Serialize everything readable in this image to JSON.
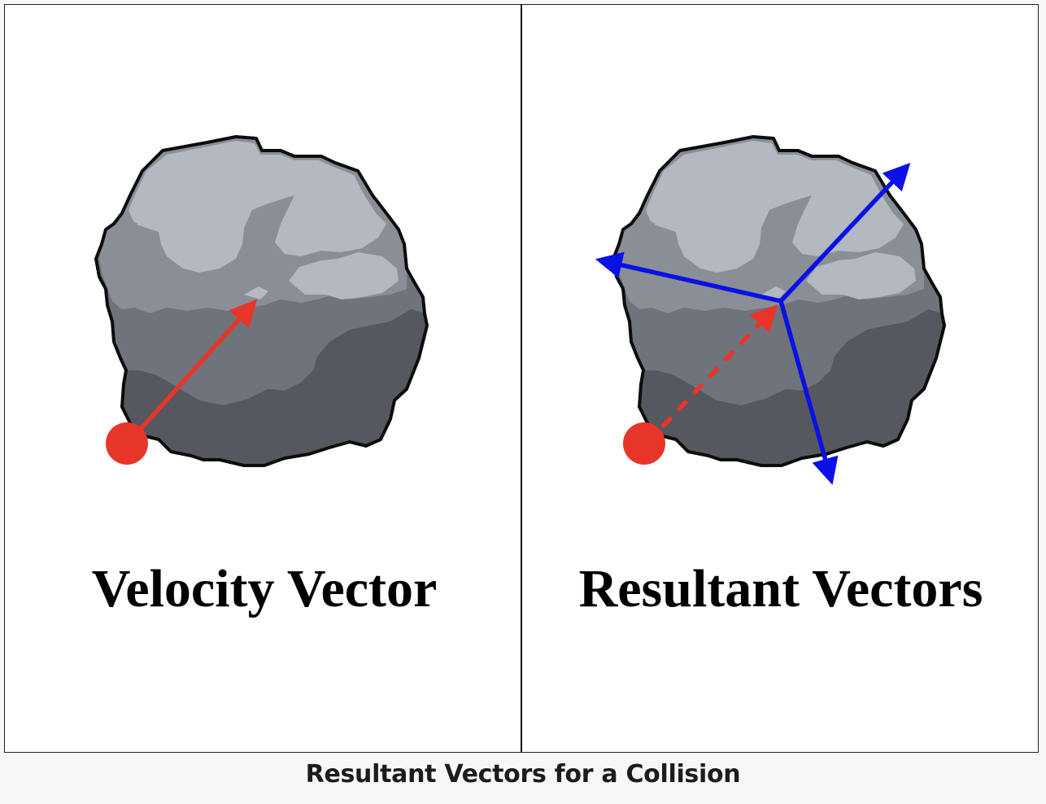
{
  "caption": "Resultant Vectors for a Collision",
  "panels": [
    {
      "label": "Velocity Vector"
    },
    {
      "label": "Resultant Vectors"
    }
  ],
  "colors": {
    "velocity": "#e8352a",
    "resultant": "#0a10e6",
    "rock_light": "#b4b8c1",
    "rock_mid": "#8a8e96",
    "rock_shade": "#6f737b",
    "rock_dark": "#55585f",
    "outline": "#0d0d0d"
  },
  "icons": [
    "rock-asteroid-icon",
    "impact-point-icon",
    "arrow-icon"
  ]
}
